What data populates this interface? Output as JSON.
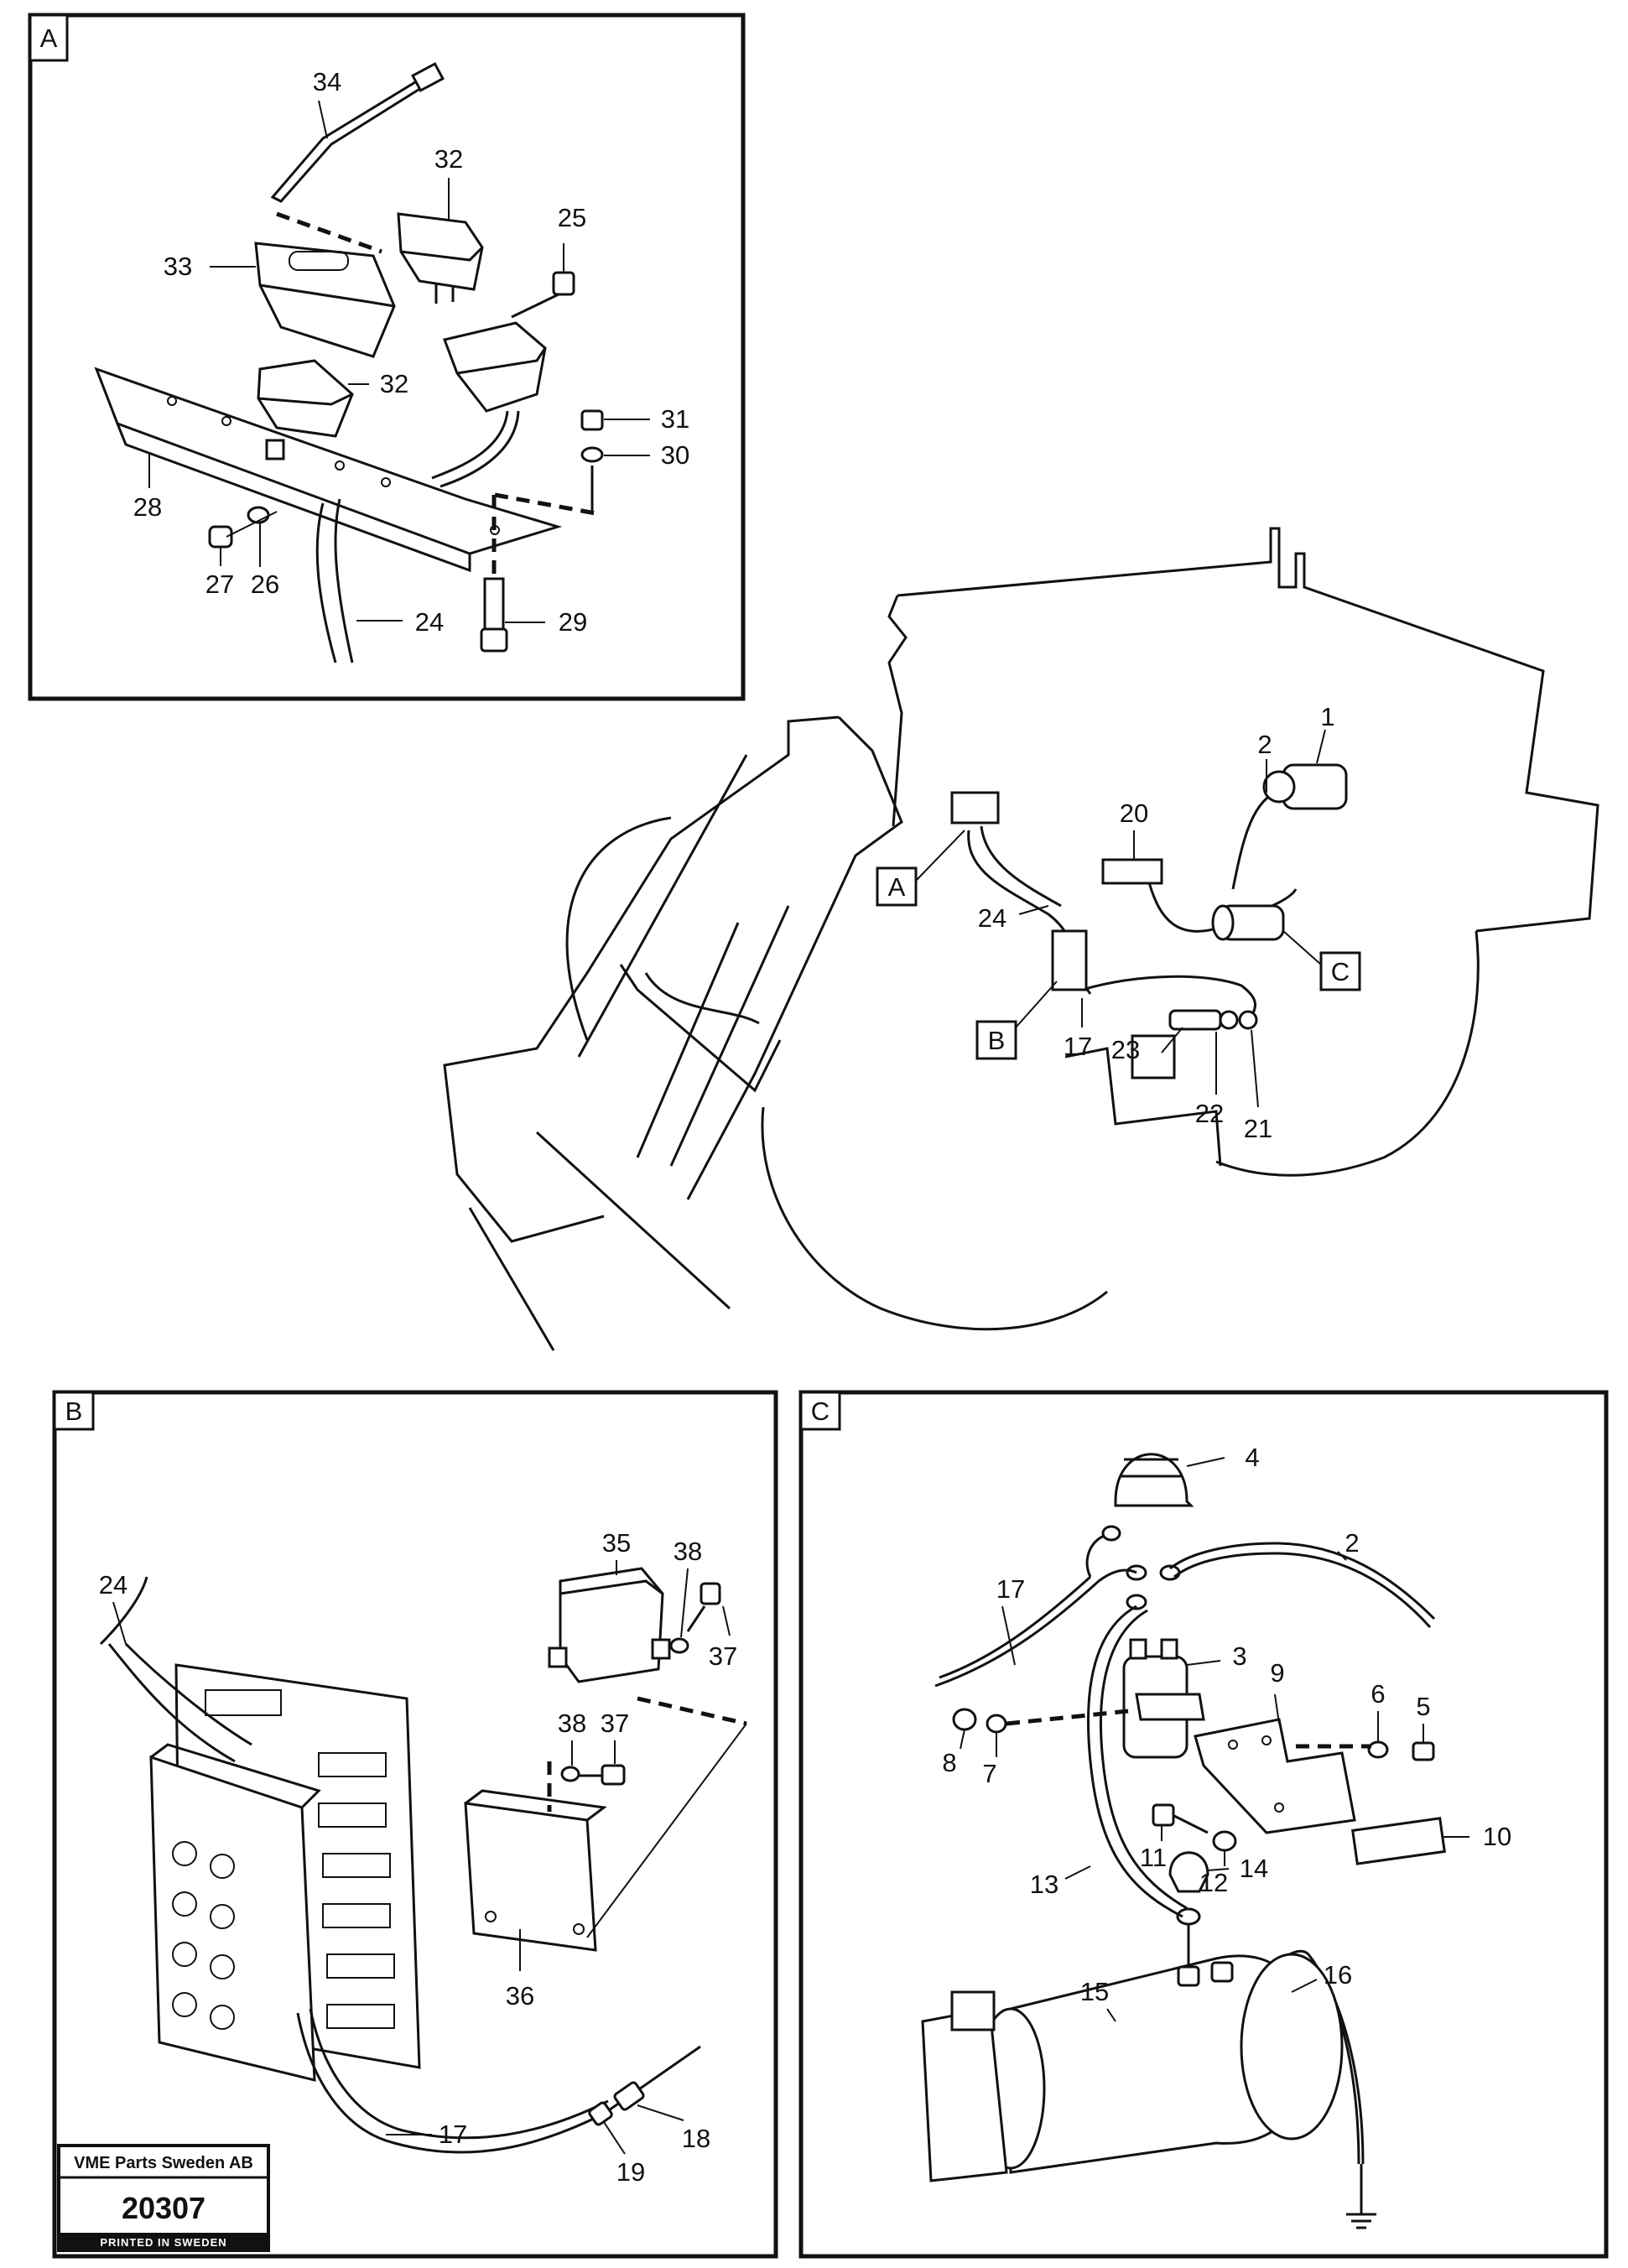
{
  "panels": {
    "a": {
      "tag": "A"
    },
    "b": {
      "tag": "B"
    },
    "c": {
      "tag": "C"
    }
  },
  "callouts": {
    "main_a": "A",
    "main_b": "B",
    "main_c": "C"
  },
  "labels": {
    "p1": "1",
    "p2": "2",
    "p3": "3",
    "p4": "4",
    "p5": "5",
    "p6": "6",
    "p7": "7",
    "p8": "8",
    "p9": "9",
    "p10": "10",
    "p11": "11",
    "p12": "12",
    "p13": "13",
    "p14": "14",
    "p15": "15",
    "p16": "16",
    "p17": "17",
    "p18": "18",
    "p19": "19",
    "p20": "20",
    "p21": "21",
    "p22": "22",
    "p23": "23",
    "p24": "24",
    "p25": "25",
    "p26": "26",
    "p27": "27",
    "p28": "28",
    "p29": "29",
    "p30": "30",
    "p31": "31",
    "p32": "32",
    "p33": "33",
    "p34": "34",
    "p35": "35",
    "p36": "36",
    "p37": "37",
    "p38": "38"
  },
  "stamp": {
    "company": "VME Parts Sweden AB",
    "number": "20307",
    "printed": "PRINTED IN SWEDEN"
  }
}
